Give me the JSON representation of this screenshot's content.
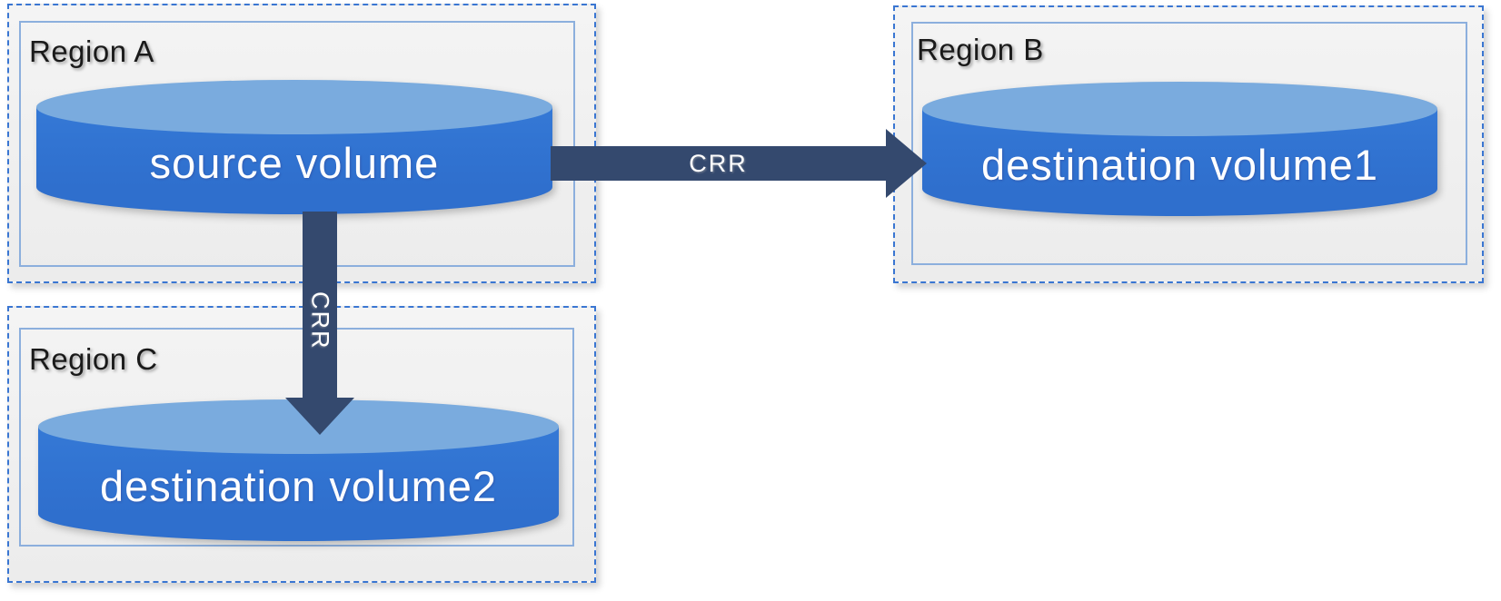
{
  "regions": [
    {
      "label": "Region A",
      "volume": "source volume"
    },
    {
      "label": "Region B",
      "volume": "destination volume1"
    },
    {
      "label": "Region C",
      "volume": "destination volume2"
    }
  ],
  "connections": [
    {
      "label": "CRR",
      "from": "source volume",
      "to": "destination volume1",
      "direction": "horizontal"
    },
    {
      "label": "CRR",
      "from": "source volume",
      "to": "destination volume2",
      "direction": "vertical"
    }
  ],
  "colors": {
    "region_fill": "#f1f1f1",
    "region_border_dashed": "#3a76d2",
    "region_border_inner": "#8cafdd",
    "cylinder_body": "#3173d1",
    "cylinder_top": "#7aabde",
    "arrow": "#34496e",
    "region_label_text": "#1a1a1a",
    "volume_label_text": "#ffffff",
    "connection_label_text": "#ffffff"
  }
}
